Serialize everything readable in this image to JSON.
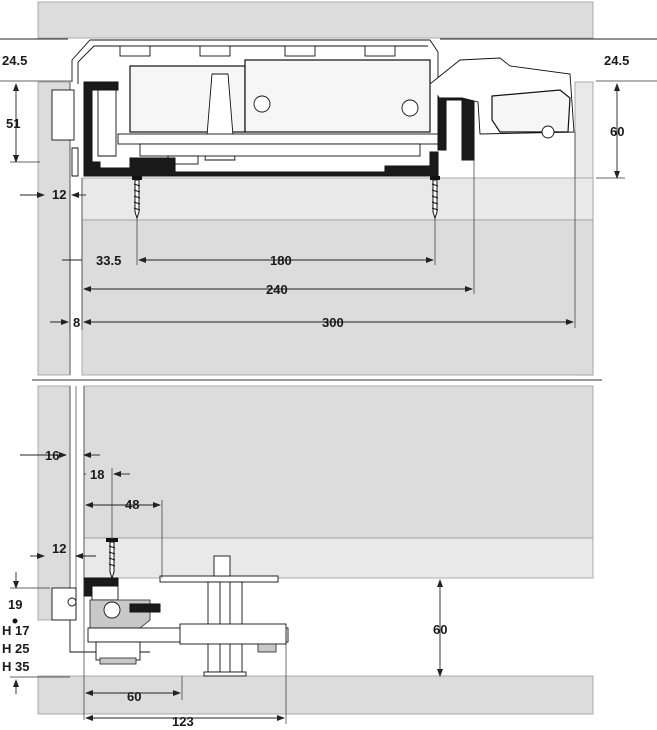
{
  "dimensions": {
    "top_left_24_5": "24.5",
    "top_right_24_5": "24.5",
    "height_51": "51",
    "height_60_top": "60",
    "width_12_top": "12",
    "width_33_5": "33.5",
    "width_180": "180",
    "width_240": "240",
    "width_8": "8",
    "width_300": "300",
    "width_16": "16",
    "width_18": "18",
    "width_48": "48",
    "width_12_bottom": "12",
    "height_19": "19",
    "h17": "H 17",
    "h25": "H 25",
    "h35": "H 35",
    "height_60_bottom": "60",
    "width_60_bottom": "60",
    "width_123": "123"
  },
  "colors": {
    "panel_fill": "#dcdcdc",
    "line": "#111111"
  }
}
